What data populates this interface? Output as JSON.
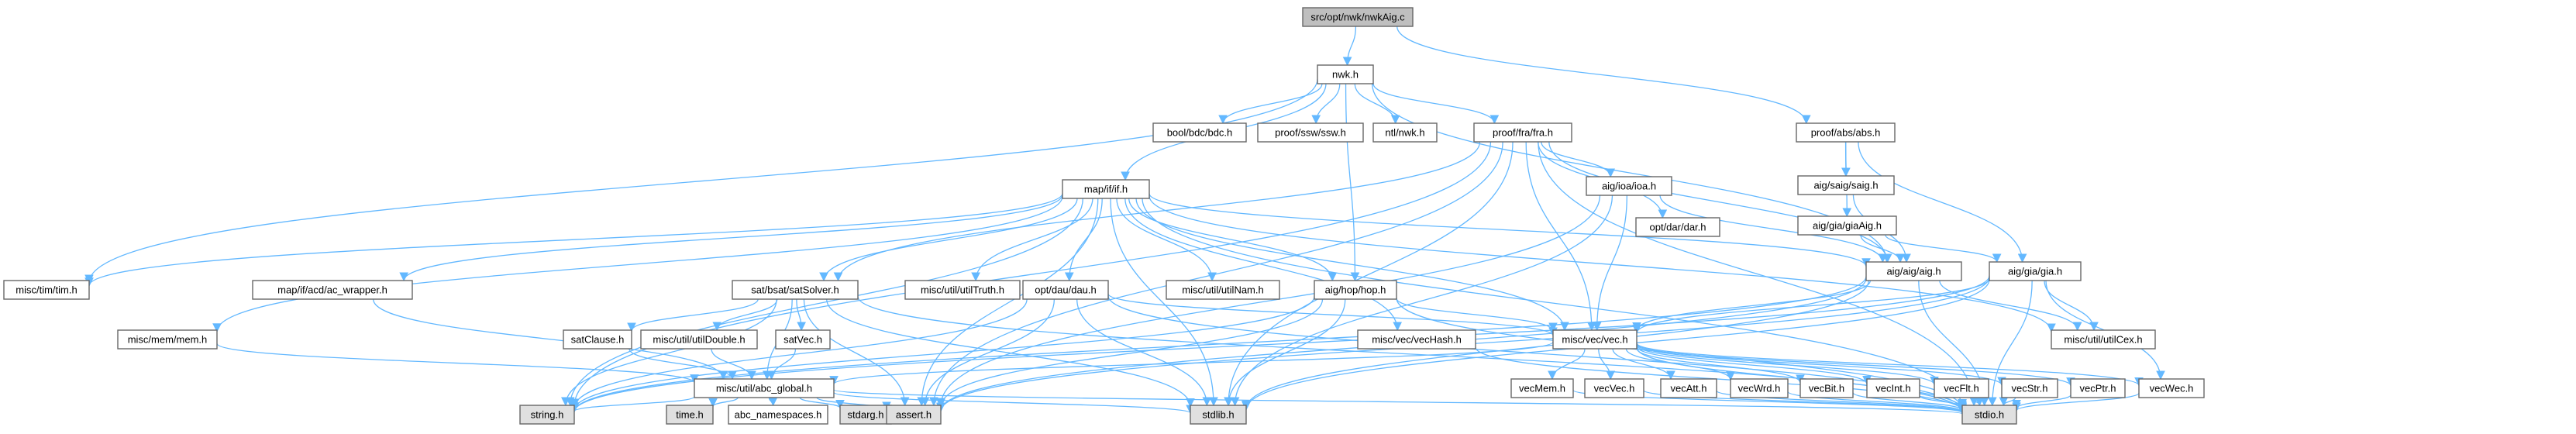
{
  "colors": {
    "edge": "#63b8ff",
    "node_fill": "#ffffff",
    "root_fill": "#bfbfbf",
    "system_fill": "#e0e0e0",
    "border": "#666666"
  },
  "nodes": [
    {
      "id": "root",
      "label": "src/opt/nwk/nwkAig.c",
      "kind": "root"
    },
    {
      "id": "nwk",
      "label": "nwk.h"
    },
    {
      "id": "proof_abs",
      "label": "proof/abs/abs.h"
    },
    {
      "id": "bdc",
      "label": "bool/bdc/bdc.h"
    },
    {
      "id": "ssw",
      "label": "proof/ssw/ssw.h"
    },
    {
      "id": "ntlnwk",
      "label": "ntl/nwk.h"
    },
    {
      "id": "fra",
      "label": "proof/fra/fra.h"
    },
    {
      "id": "saig",
      "label": "aig/saig/saig.h"
    },
    {
      "id": "giaAig",
      "label": "aig/gia/giaAig.h"
    },
    {
      "id": "ioa",
      "label": "aig/ioa/ioa.h"
    },
    {
      "id": "dar",
      "label": "opt/dar/dar.h"
    },
    {
      "id": "if",
      "label": "map/if/if.h"
    },
    {
      "id": "aig",
      "label": "aig/aig/aig.h"
    },
    {
      "id": "gia",
      "label": "aig/gia/gia.h"
    },
    {
      "id": "tim",
      "label": "misc/tim/tim.h"
    },
    {
      "id": "acw",
      "label": "map/if/acd/ac_wrapper.h"
    },
    {
      "id": "satSolver",
      "label": "sat/bsat/satSolver.h"
    },
    {
      "id": "utilTruth",
      "label": "misc/util/utilTruth.h"
    },
    {
      "id": "dau",
      "label": "opt/dau/dau.h"
    },
    {
      "id": "utilNam",
      "label": "misc/util/utilNam.h"
    },
    {
      "id": "hop",
      "label": "aig/hop/hop.h"
    },
    {
      "id": "memh",
      "label": "misc/mem/mem.h"
    },
    {
      "id": "satClause",
      "label": "satClause.h"
    },
    {
      "id": "utilDouble",
      "label": "misc/util/utilDouble.h"
    },
    {
      "id": "satVec",
      "label": "satVec.h"
    },
    {
      "id": "vecHash",
      "label": "misc/vec/vecHash.h"
    },
    {
      "id": "vec",
      "label": "misc/vec/vec.h"
    },
    {
      "id": "utilCex",
      "label": "misc/util/utilCex.h"
    },
    {
      "id": "abc_global",
      "label": "misc/util/abc_global.h"
    },
    {
      "id": "vecMem",
      "label": "vecMem.h"
    },
    {
      "id": "vecVec",
      "label": "vecVec.h"
    },
    {
      "id": "vecAtt",
      "label": "vecAtt.h"
    },
    {
      "id": "vecWrd",
      "label": "vecWrd.h"
    },
    {
      "id": "vecBit",
      "label": "vecBit.h"
    },
    {
      "id": "vecInt",
      "label": "vecInt.h"
    },
    {
      "id": "vecFlt",
      "label": "vecFlt.h"
    },
    {
      "id": "vecStr",
      "label": "vecStr.h"
    },
    {
      "id": "vecPtr",
      "label": "vecPtr.h"
    },
    {
      "id": "vecWec",
      "label": "vecWec.h"
    },
    {
      "id": "string",
      "label": "string.h",
      "kind": "system"
    },
    {
      "id": "time",
      "label": "time.h",
      "kind": "system"
    },
    {
      "id": "abc_ns",
      "label": "abc_namespaces.h"
    },
    {
      "id": "stdarg",
      "label": "stdarg.h",
      "kind": "system"
    },
    {
      "id": "assert",
      "label": "assert.h",
      "kind": "system"
    },
    {
      "id": "stdlib",
      "label": "stdlib.h",
      "kind": "system"
    },
    {
      "id": "stdio",
      "label": "stdio.h",
      "kind": "system"
    }
  ],
  "edges": [
    [
      "root",
      "nwk"
    ],
    [
      "root",
      "proof_abs"
    ],
    [
      "nwk",
      "tim"
    ],
    [
      "nwk",
      "if"
    ],
    [
      "nwk",
      "bdc"
    ],
    [
      "nwk",
      "ssw"
    ],
    [
      "nwk",
      "ntlnwk"
    ],
    [
      "nwk",
      "fra"
    ],
    [
      "nwk",
      "hop"
    ],
    [
      "nwk",
      "aig"
    ],
    [
      "proof_abs",
      "saig"
    ],
    [
      "proof_abs",
      "giaAig"
    ],
    [
      "proof_abs",
      "gia"
    ],
    [
      "fra",
      "ioa"
    ],
    [
      "fra",
      "dar"
    ],
    [
      "fra",
      "aig"
    ],
    [
      "fra",
      "satSolver"
    ],
    [
      "fra",
      "string"
    ],
    [
      "fra",
      "stdio"
    ],
    [
      "fra",
      "stdlib"
    ],
    [
      "fra",
      "vec"
    ],
    [
      "fra",
      "assert"
    ],
    [
      "saig",
      "aig"
    ],
    [
      "giaAig",
      "aig"
    ],
    [
      "giaAig",
      "gia"
    ],
    [
      "ioa",
      "aig"
    ],
    [
      "ioa",
      "vec"
    ],
    [
      "ioa",
      "stdlib"
    ],
    [
      "ioa",
      "assert"
    ],
    [
      "if",
      "tim"
    ],
    [
      "if",
      "acw"
    ],
    [
      "if",
      "satSolver"
    ],
    [
      "if",
      "utilTruth"
    ],
    [
      "if",
      "dau"
    ],
    [
      "if",
      "utilNam"
    ],
    [
      "if",
      "memh"
    ],
    [
      "if",
      "hop"
    ],
    [
      "if",
      "vec"
    ],
    [
      "if",
      "vecHash"
    ],
    [
      "if",
      "utilCex"
    ],
    [
      "if",
      "string"
    ],
    [
      "if",
      "stdio"
    ],
    [
      "if",
      "stdlib"
    ],
    [
      "if",
      "assert"
    ],
    [
      "if",
      "aig"
    ],
    [
      "aig",
      "vec"
    ],
    [
      "aig",
      "utilCex"
    ],
    [
      "aig",
      "stdio"
    ],
    [
      "aig",
      "stdlib"
    ],
    [
      "aig",
      "string"
    ],
    [
      "aig",
      "assert"
    ],
    [
      "gia",
      "vec"
    ],
    [
      "gia",
      "utilCex"
    ],
    [
      "gia",
      "vecWec"
    ],
    [
      "gia",
      "stdio"
    ],
    [
      "gia",
      "stdlib"
    ],
    [
      "gia",
      "string"
    ],
    [
      "gia",
      "assert"
    ],
    [
      "acw",
      "abc_global"
    ],
    [
      "satSolver",
      "satClause"
    ],
    [
      "satSolver",
      "utilDouble"
    ],
    [
      "satSolver",
      "satVec"
    ],
    [
      "satSolver",
      "abc_global"
    ],
    [
      "satSolver",
      "stdio"
    ],
    [
      "satSolver",
      "stdlib"
    ],
    [
      "satSolver",
      "string"
    ],
    [
      "satSolver",
      "assert"
    ],
    [
      "dau",
      "vec"
    ],
    [
      "dau",
      "stdio"
    ],
    [
      "dau",
      "stdlib"
    ],
    [
      "dau",
      "string"
    ],
    [
      "dau",
      "assert"
    ],
    [
      "hop",
      "vec"
    ],
    [
      "hop",
      "stdio"
    ],
    [
      "hop",
      "stdlib"
    ],
    [
      "hop",
      "string"
    ],
    [
      "hop",
      "assert"
    ],
    [
      "memh",
      "abc_global"
    ],
    [
      "satClause",
      "abc_global"
    ],
    [
      "utilDouble",
      "abc_global"
    ],
    [
      "satVec",
      "abc_global"
    ],
    [
      "vecHash",
      "stdio"
    ],
    [
      "vec",
      "abc_global"
    ],
    [
      "vec",
      "vecMem"
    ],
    [
      "vec",
      "vecVec"
    ],
    [
      "vec",
      "vecAtt"
    ],
    [
      "vec",
      "vecWrd"
    ],
    [
      "vec",
      "vecBit"
    ],
    [
      "vec",
      "vecInt"
    ],
    [
      "vec",
      "vecFlt"
    ],
    [
      "vec",
      "vecStr"
    ],
    [
      "vec",
      "vecPtr"
    ],
    [
      "vec",
      "vecWec"
    ],
    [
      "vec",
      "stdio"
    ],
    [
      "abc_global",
      "string"
    ],
    [
      "abc_global",
      "time"
    ],
    [
      "abc_global",
      "abc_ns"
    ],
    [
      "abc_global",
      "stdarg"
    ],
    [
      "abc_global",
      "assert"
    ],
    [
      "abc_global",
      "stdlib"
    ],
    [
      "abc_global",
      "stdio"
    ],
    [
      "vecMem",
      "stdio"
    ],
    [
      "vecVec",
      "stdio"
    ],
    [
      "vecAtt",
      "stdio"
    ],
    [
      "vecWrd",
      "stdio"
    ],
    [
      "vecBit",
      "stdio"
    ],
    [
      "vecInt",
      "stdio"
    ],
    [
      "vecFlt",
      "stdio"
    ],
    [
      "vecStr",
      "stdio"
    ],
    [
      "vecPtr",
      "stdio"
    ],
    [
      "vecWec",
      "stdio"
    ]
  ]
}
